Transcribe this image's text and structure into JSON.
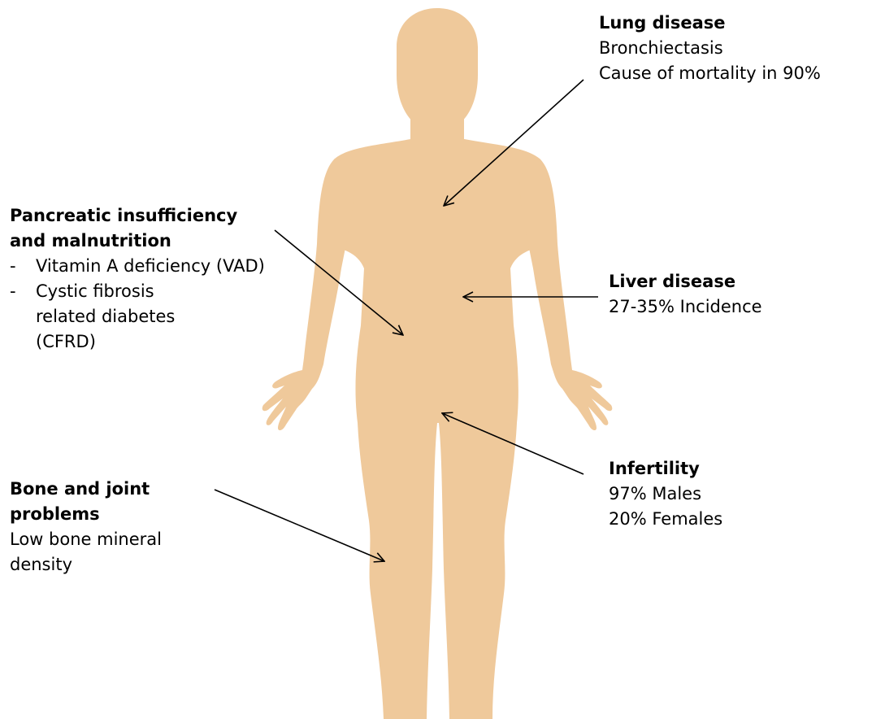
{
  "colors": {
    "body_fill": "#efc99b",
    "arrow_stroke": "#000000",
    "text": "#000000",
    "background": "#ffffff"
  },
  "callouts": {
    "lung": {
      "title": "Lung disease",
      "lines": [
        "Bronchiectasis",
        "Cause of mortality in 90%"
      ]
    },
    "pancreas": {
      "title": "Pancreatic  insufficiency and malnutrition",
      "bullets": [
        {
          "dash": "-",
          "text": " Vitamin A deficiency (VAD)"
        },
        {
          "dash": "-",
          "text": " Cystic fibrosis related diabetes (CFRD)"
        }
      ]
    },
    "liver": {
      "title": "Liver disease",
      "lines": [
        "27-35% Incidence"
      ]
    },
    "infertility": {
      "title": "Infertility",
      "lines": [
        "97% Males",
        "20% Females"
      ]
    },
    "bone": {
      "title": "Bone and joint problems",
      "lines": [
        "Low bone mineral density"
      ]
    }
  }
}
